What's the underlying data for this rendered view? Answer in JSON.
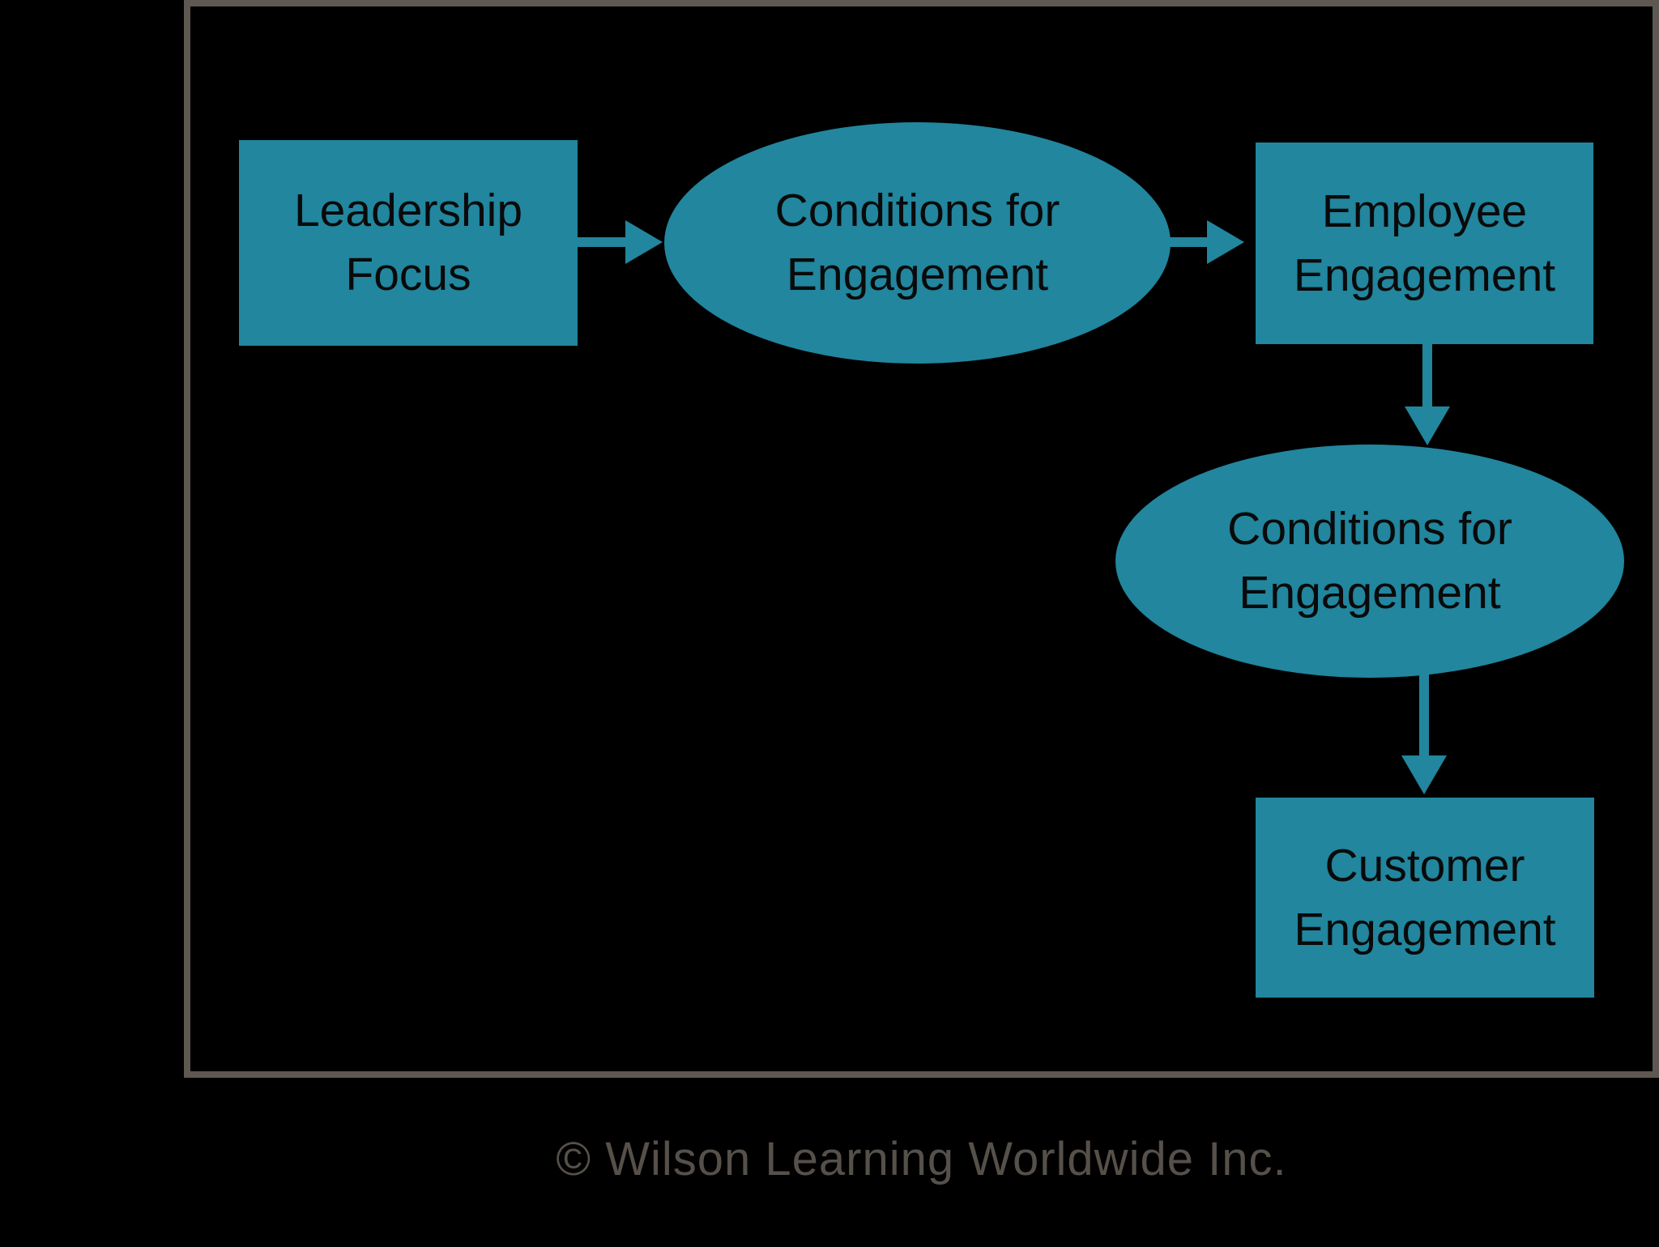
{
  "colors": {
    "background": "#000000",
    "shape_fill": "#21869e",
    "frame_border": "#5f5852",
    "node_text": "#0a0a0a",
    "copyright_text": "#56504a"
  },
  "diagram": {
    "nodes": [
      {
        "id": "leadership-focus",
        "shape": "rect",
        "line1": "Leadership",
        "line2": "Focus"
      },
      {
        "id": "conditions-for-engagement-1",
        "shape": "ellipse",
        "line1": "Conditions for",
        "line2": "Engagement"
      },
      {
        "id": "employee-engagement",
        "shape": "rect",
        "line1": "Employee",
        "line2": "Engagement"
      },
      {
        "id": "conditions-for-engagement-2",
        "shape": "ellipse",
        "line1": "Conditions for",
        "line2": "Engagement"
      },
      {
        "id": "customer-engagement",
        "shape": "rect",
        "line1": "Customer",
        "line2": "Engagement"
      }
    ],
    "footer": {
      "copyright": "© Wilson Learning Worldwide Inc."
    }
  }
}
